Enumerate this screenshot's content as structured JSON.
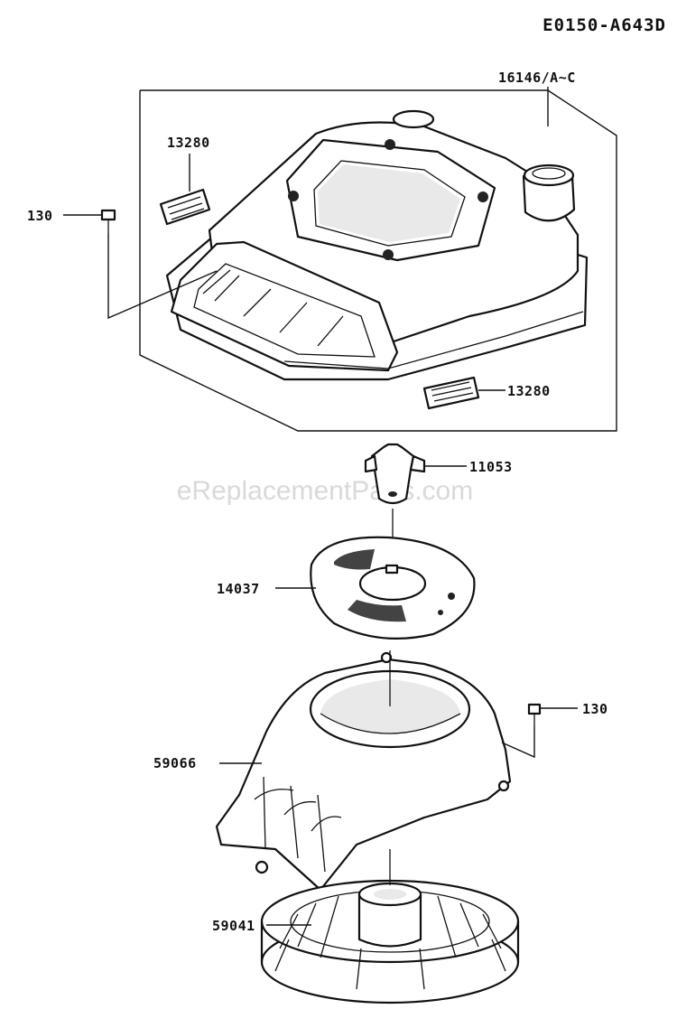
{
  "header": {
    "diagram_ref": "E0150-A643D"
  },
  "watermark": "eReplacementParts.com",
  "callouts": [
    {
      "id": "tank",
      "label": "16146/A~C"
    },
    {
      "id": "pad-top",
      "label": "13280"
    },
    {
      "id": "bolt-left",
      "label": "130"
    },
    {
      "id": "pad-bottom",
      "label": "13280"
    },
    {
      "id": "bracket",
      "label": "11053"
    },
    {
      "id": "screen",
      "label": "14037"
    },
    {
      "id": "bolt-right",
      "label": "130"
    },
    {
      "id": "housing",
      "label": "59066"
    },
    {
      "id": "fan",
      "label": "59041"
    }
  ]
}
